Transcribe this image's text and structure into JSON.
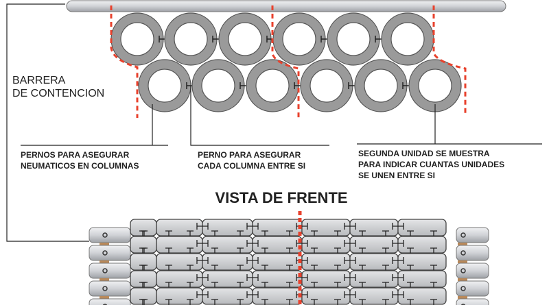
{
  "side_label": {
    "line1": "BARRERA",
    "line2": "DE CONTENCION"
  },
  "notes": [
    {
      "line1": "PERNOS PARA ASEGURAR",
      "line2": "NEUMATICOS EN COLUMNAS"
    },
    {
      "line1": "PERNO PARA ASEGURAR",
      "line2": "CADA COLUMNA ENTRE SI"
    },
    {
      "line1": "SEGUNDA UNIDAD SE MUESTRA",
      "line2": "PARA INDICAR CUANTAS UNIDADES",
      "line3": "SE UNEN ENTRE SI"
    }
  ],
  "front_view_title": "VISTA DE FRENTE",
  "colors": {
    "tire": "#9a9a9a",
    "rail": "#d4d6da",
    "dash": "#e8412c",
    "spacer": "#b9895a"
  }
}
